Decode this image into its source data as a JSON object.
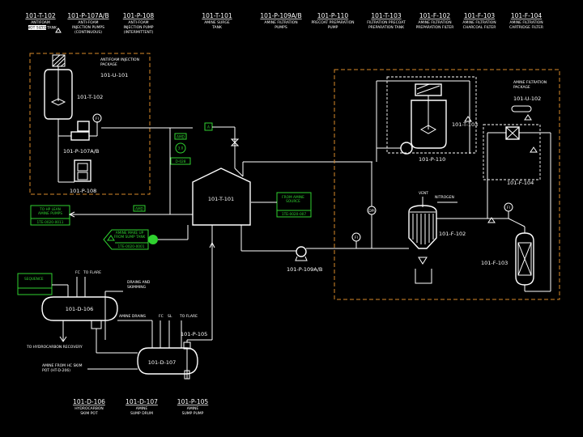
{
  "header": [
    {
      "tag": "101-T-102",
      "desc": [
        "ANTIFOAM",
        "TANK"
      ],
      "badge": "NOT SIZED"
    },
    {
      "tag": "101-P-107A/B",
      "desc": [
        "ANTI-FOAM",
        "INJECTION PUMPS",
        "(CONTINUOUS)"
      ]
    },
    {
      "tag": "101-P-108",
      "desc": [
        "ANTI-FOAM",
        "INJECTION PUMP",
        "(INTERMITTENT)"
      ]
    },
    {
      "tag": "101-T-101",
      "desc": [
        "AMINE SURGE",
        "TANK"
      ]
    },
    {
      "tag": "101-P-109A/B",
      "desc": [
        "AMINE FILTRATION",
        "PUMPS"
      ]
    },
    {
      "tag": "101-P-110",
      "desc": [
        "PRECOAT PREPARATION",
        "PUMP"
      ]
    },
    {
      "tag": "101-T-103",
      "desc": [
        "FILTRATION PRECOAT",
        "PREPARATION TANK"
      ]
    },
    {
      "tag": "101-F-102",
      "desc": [
        "AMINE FILTRATION",
        "PREPARATION FILTER"
      ]
    },
    {
      "tag": "101-F-103",
      "desc": [
        "AMINE FILTRATION",
        "CHARCOAL FILTER"
      ]
    },
    {
      "tag": "101-F-104",
      "desc": [
        "AMINE FILTRATION",
        "CARTRIDGE FILTER"
      ]
    }
  ],
  "footer": [
    {
      "tag": "101-D-106",
      "desc": [
        "HYDROCARBON",
        "SKIM POT"
      ]
    },
    {
      "tag": "101-D-107",
      "desc": [
        "AMINE",
        "SUMP DRUM"
      ]
    },
    {
      "tag": "101-P-105",
      "desc": [
        "AMINE",
        "SUMP PUMP"
      ]
    }
  ],
  "packages": {
    "antifoam": {
      "title": [
        "ANTIFOAM INJECTION",
        "PACKAGE"
      ],
      "unit": "101-U-101"
    },
    "filtration": {
      "title": [
        "AMINE FILTRATION",
        "PACKAGE"
      ],
      "unit": "101-U-102"
    }
  },
  "equipment": {
    "t102": "101-T-102",
    "p107": "101-P-107A/B",
    "p108": "101-P-108",
    "t101": "101-T-101",
    "t103": "101-T-103",
    "p110": "101-P-110",
    "f104": "101-F-104",
    "f102": "101-F-102",
    "f103": "101-F-103",
    "p109": "101-P-109A/B",
    "d106": "101-D-106",
    "d107": "101-D-107",
    "p105": "101-P-105"
  },
  "instruments": {
    "fi": "FI",
    "dpi": "DPI",
    "fi2": "FI",
    "fi3": "FI"
  },
  "labels": {
    "vent": "VENT",
    "nitrogen": "NITROGEN",
    "fc": "FC",
    "to_flare_1": "TO FLARE",
    "to_flare_2": "TO FLARE",
    "sl": "SL",
    "amine_drains": "AMINE DRAINS",
    "drains": [
      "DRAINS AND",
      "SKIMMING"
    ],
    "to_hc_recovery": "TO HYDROCARBON RECOVERY",
    "from_hc_skim": [
      "AMINE FROM HC SKIM",
      "POT (HT-D-206)"
    ]
  },
  "green": {
    "amd": "AMD",
    "s3": "3.0",
    "s3b": "D-028",
    "from_amine_source": [
      "FROM AMINE",
      "SOURCE"
    ],
    "from_amine_source_ref": "1TE-0020-007",
    "to_hp_lean": [
      "TO HP LEAN",
      "AMINE PUMPS"
    ],
    "to_hp_lean_ref": "1TE-0020-0011",
    "amd2": "AMD",
    "amine_makeup": [
      "AMINE MAKE UP",
      "FROM SUMP TANK"
    ],
    "amine_makeup_ref": "1TE-0020-0001",
    "sequence": "SEQUENCE"
  }
}
